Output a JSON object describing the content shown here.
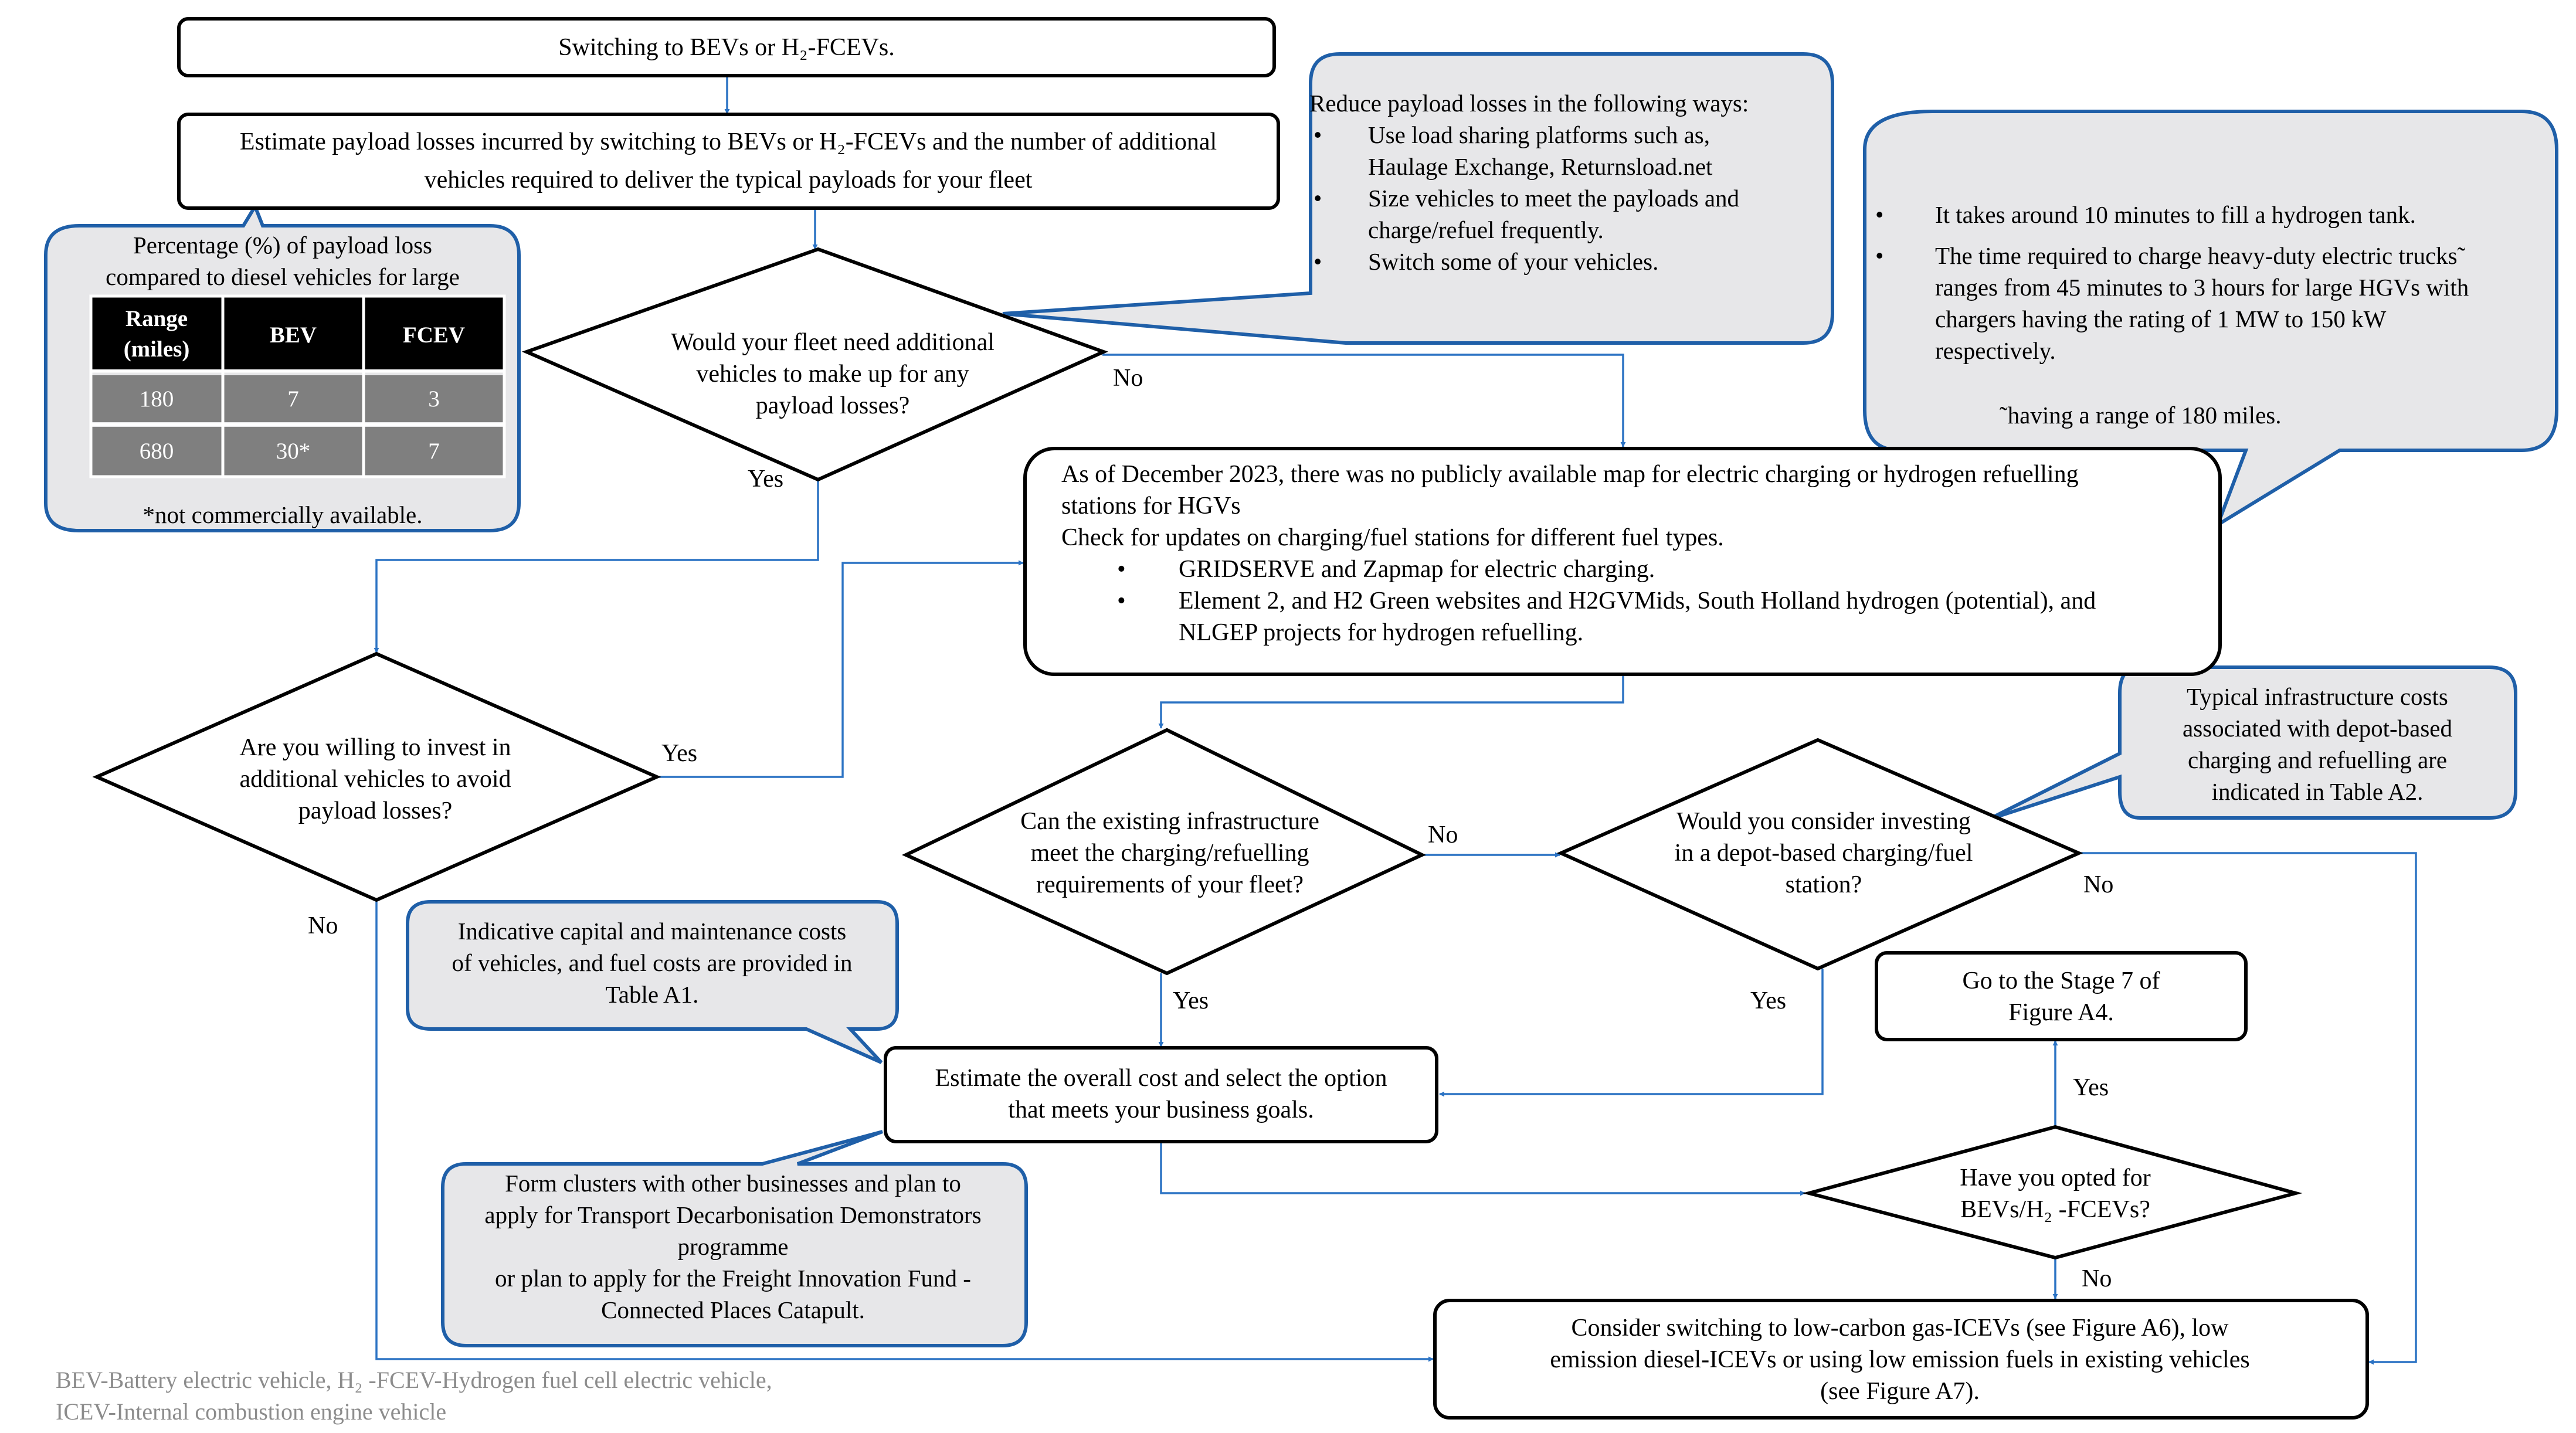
{
  "nodes": {
    "switching": "Switching to BEVs or H₂-FCEVs.",
    "estimate_losses": [
      "Estimate payload losses incurred by switching to BEVs or H₂-FCEVs and the number of additional",
      "vehicles required to deliver the typical payloads for your fleet"
    ],
    "need_additional": [
      "Would your fleet need additional",
      "vehicles to make up for any",
      "payload losses?"
    ],
    "willing_invest": [
      "Are you willing to invest in",
      "additional vehicles to avoid",
      "payload losses?"
    ],
    "map_info": {
      "lines": [
        "As of December 2023, there was no publicly available map for electric charging or hydrogen refuelling",
        "stations for HGVs",
        "Check for updates on charging/fuel stations for different fuel types."
      ],
      "bullets": [
        [
          "GRIDSERVE and Zapmap for electric charging."
        ],
        [
          "Element 2, and H2 Green websites and H2GVMids, South Holland hydrogen (potential), and",
          "NLGEP projects for hydrogen refuelling."
        ]
      ]
    },
    "existing_infra": [
      "Can the existing infrastructure",
      "meet the charging/refuelling",
      "requirements of your fleet?"
    ],
    "depot": [
      "Would you consider investing",
      "in a depot-based charging/fuel",
      "station?"
    ],
    "overall_cost": [
      "Estimate the overall cost and select the option",
      "that meets your business goals."
    ],
    "stage7": [
      "Go to the Stage 7 of",
      "Figure A4."
    ],
    "opted": [
      "Have you opted for",
      "BEVs/H₂ -FCEVs?"
    ],
    "consider": [
      "Consider switching to low-carbon gas-ICEVs (see Figure A6), low",
      "emission diesel-ICEVs or using low emission fuels in existing vehicles",
      "(see Figure A7)."
    ]
  },
  "edge_labels": {
    "no_need": "No",
    "yes_need": "Yes",
    "yes_invest": "Yes",
    "no_invest": "No",
    "no_infra": "No",
    "yes_infra": "Yes",
    "yes_depot": "Yes",
    "no_depot": "No",
    "yes_opted": "Yes",
    "no_opted": "No"
  },
  "callouts": {
    "payload_table": {
      "title": [
        "Percentage (%) of payload loss",
        "compared to diesel vehicles for large"
      ],
      "headers": [
        [
          "Range",
          "(miles)"
        ],
        [
          "BEV"
        ],
        [
          "FCEV"
        ]
      ],
      "rows": [
        [
          "180",
          "7",
          "3"
        ],
        [
          "680",
          "30*",
          "7"
        ]
      ],
      "note": "*not commercially available."
    },
    "reduce_losses": {
      "title": "Reduce payload losses in the following ways:",
      "bullets": [
        [
          "Use load sharing platforms such as,",
          "Haulage Exchange, Returnsload.net"
        ],
        [
          "Size vehicles to meet the payloads and",
          "charge/refuel frequently."
        ],
        [
          "Switch some of your vehicles."
        ]
      ]
    },
    "hydrogen_tank": {
      "bullets": [
        [
          "It takes around 10 minutes to fill a hydrogen tank."
        ],
        [
          "The time required to charge heavy-duty electric trucks˜",
          "ranges from 45 minutes to 3 hours for large HGVs with",
          "chargers having the rating of 1 MW to 150 kW",
          "respectively."
        ]
      ],
      "footnote": "˜having a range of 180 miles."
    },
    "infra_costs": [
      "Typical infrastructure costs",
      "associated with depot-based",
      "charging and refuelling are",
      "indicated in Table A2."
    ],
    "capital_costs": [
      "Indicative capital and maintenance costs",
      "of vehicles, and fuel costs are provided in",
      "Table A1."
    ],
    "clusters": [
      "Form clusters with other businesses and plan to",
      "apply for Transport Decarbonisation Demonstrators",
      "programme",
      "or plan to apply for the Freight Innovation Fund -",
      "Connected Places Catapult."
    ]
  },
  "footer": [
    "BEV-Battery electric vehicle, H₂ -FCEV-Hydrogen fuel cell electric vehicle,",
    "ICEV-Internal combustion engine vehicle"
  ],
  "colors": {
    "connector": "#2c73c4",
    "callout_fill": "#e7e7e9",
    "callout_border": "#1f5fa8",
    "table_header": "#000000",
    "table_cell": "#7f7f7f"
  }
}
